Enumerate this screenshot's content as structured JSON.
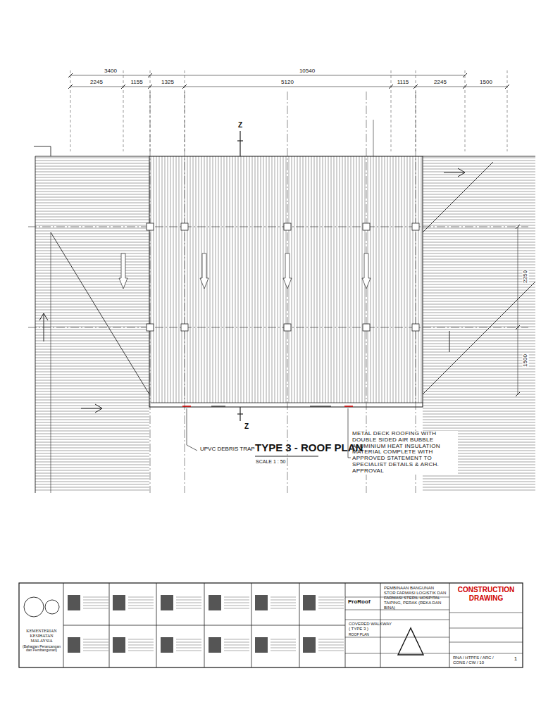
{
  "diagram": {
    "title": "TYPE 3 - ROOF PLAN",
    "nodes": [
      {
        "text": [
          "KEMENTERIAN KESIHATAN MALAYSIA",
          "(Bahagian Perancangan dan Pembangunan)"
        ]
      },
      {
        "text": [
          "PEMBINAAN BANGUNAN STOR FARMASI LOGISTIK DAN FARMASI STERIL HOSPITAL TAIPING, PERAK (REKA DAN BINA)"
        ]
      },
      {
        "text": [
          "CONSTRUCTION DRAWING"
        ]
      },
      {
        "text": [
          "COVERED WALKWAY ( TYPE 3 )",
          "ROOF PLAN"
        ]
      },
      {
        "text": [
          "RNA / HTPFS / ARC / CONS / CW / 10"
        ]
      },
      {
        "text": [
          "1"
        ]
      }
    ],
    "labels": [
      "3400",
      "10540",
      "2245",
      "1155",
      "1325",
      "5120",
      "1115",
      "2245",
      "1500",
      "Z",
      "Z",
      "2250",
      "1500",
      "UPVC DEBRIS TRAP",
      "SCALE 1 : 50",
      "METAL DECK ROOFING WITH DOUBLE SIDED AIR BUBBLE ALUMINIUM HEAT INSULATION MATERIAL COMPLETE WITH APPROVED STATEMENT TO SPECIALIST DETAILS & ARCH. APPROVAL",
      "ProRoof"
    ]
  }
}
